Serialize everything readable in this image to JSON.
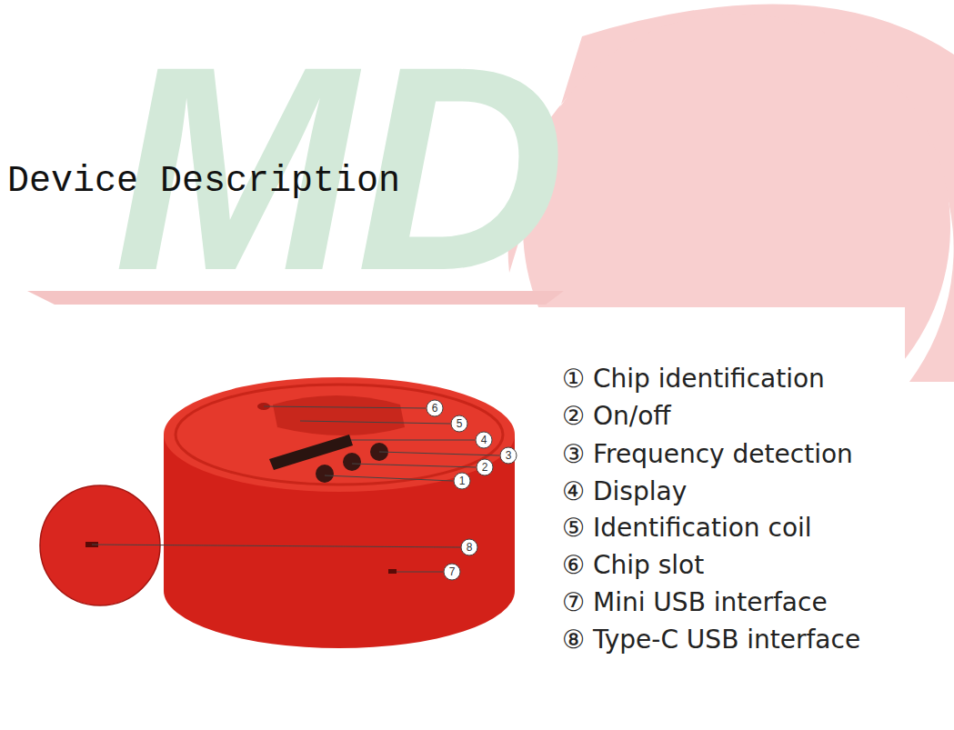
{
  "diagram": {
    "title": "Device Description",
    "labels": [
      "MD",
      "6",
      "5",
      "4",
      "3",
      "2",
      "1",
      "8",
      "7",
      "① Chip identification",
      "② On/off",
      "③ Frequency detection",
      "④ Display",
      "⑤ Identification coil",
      "⑥ Chip slot",
      "⑦ Mini USB interface",
      "⑧ Type-C USB interface"
    ]
  }
}
